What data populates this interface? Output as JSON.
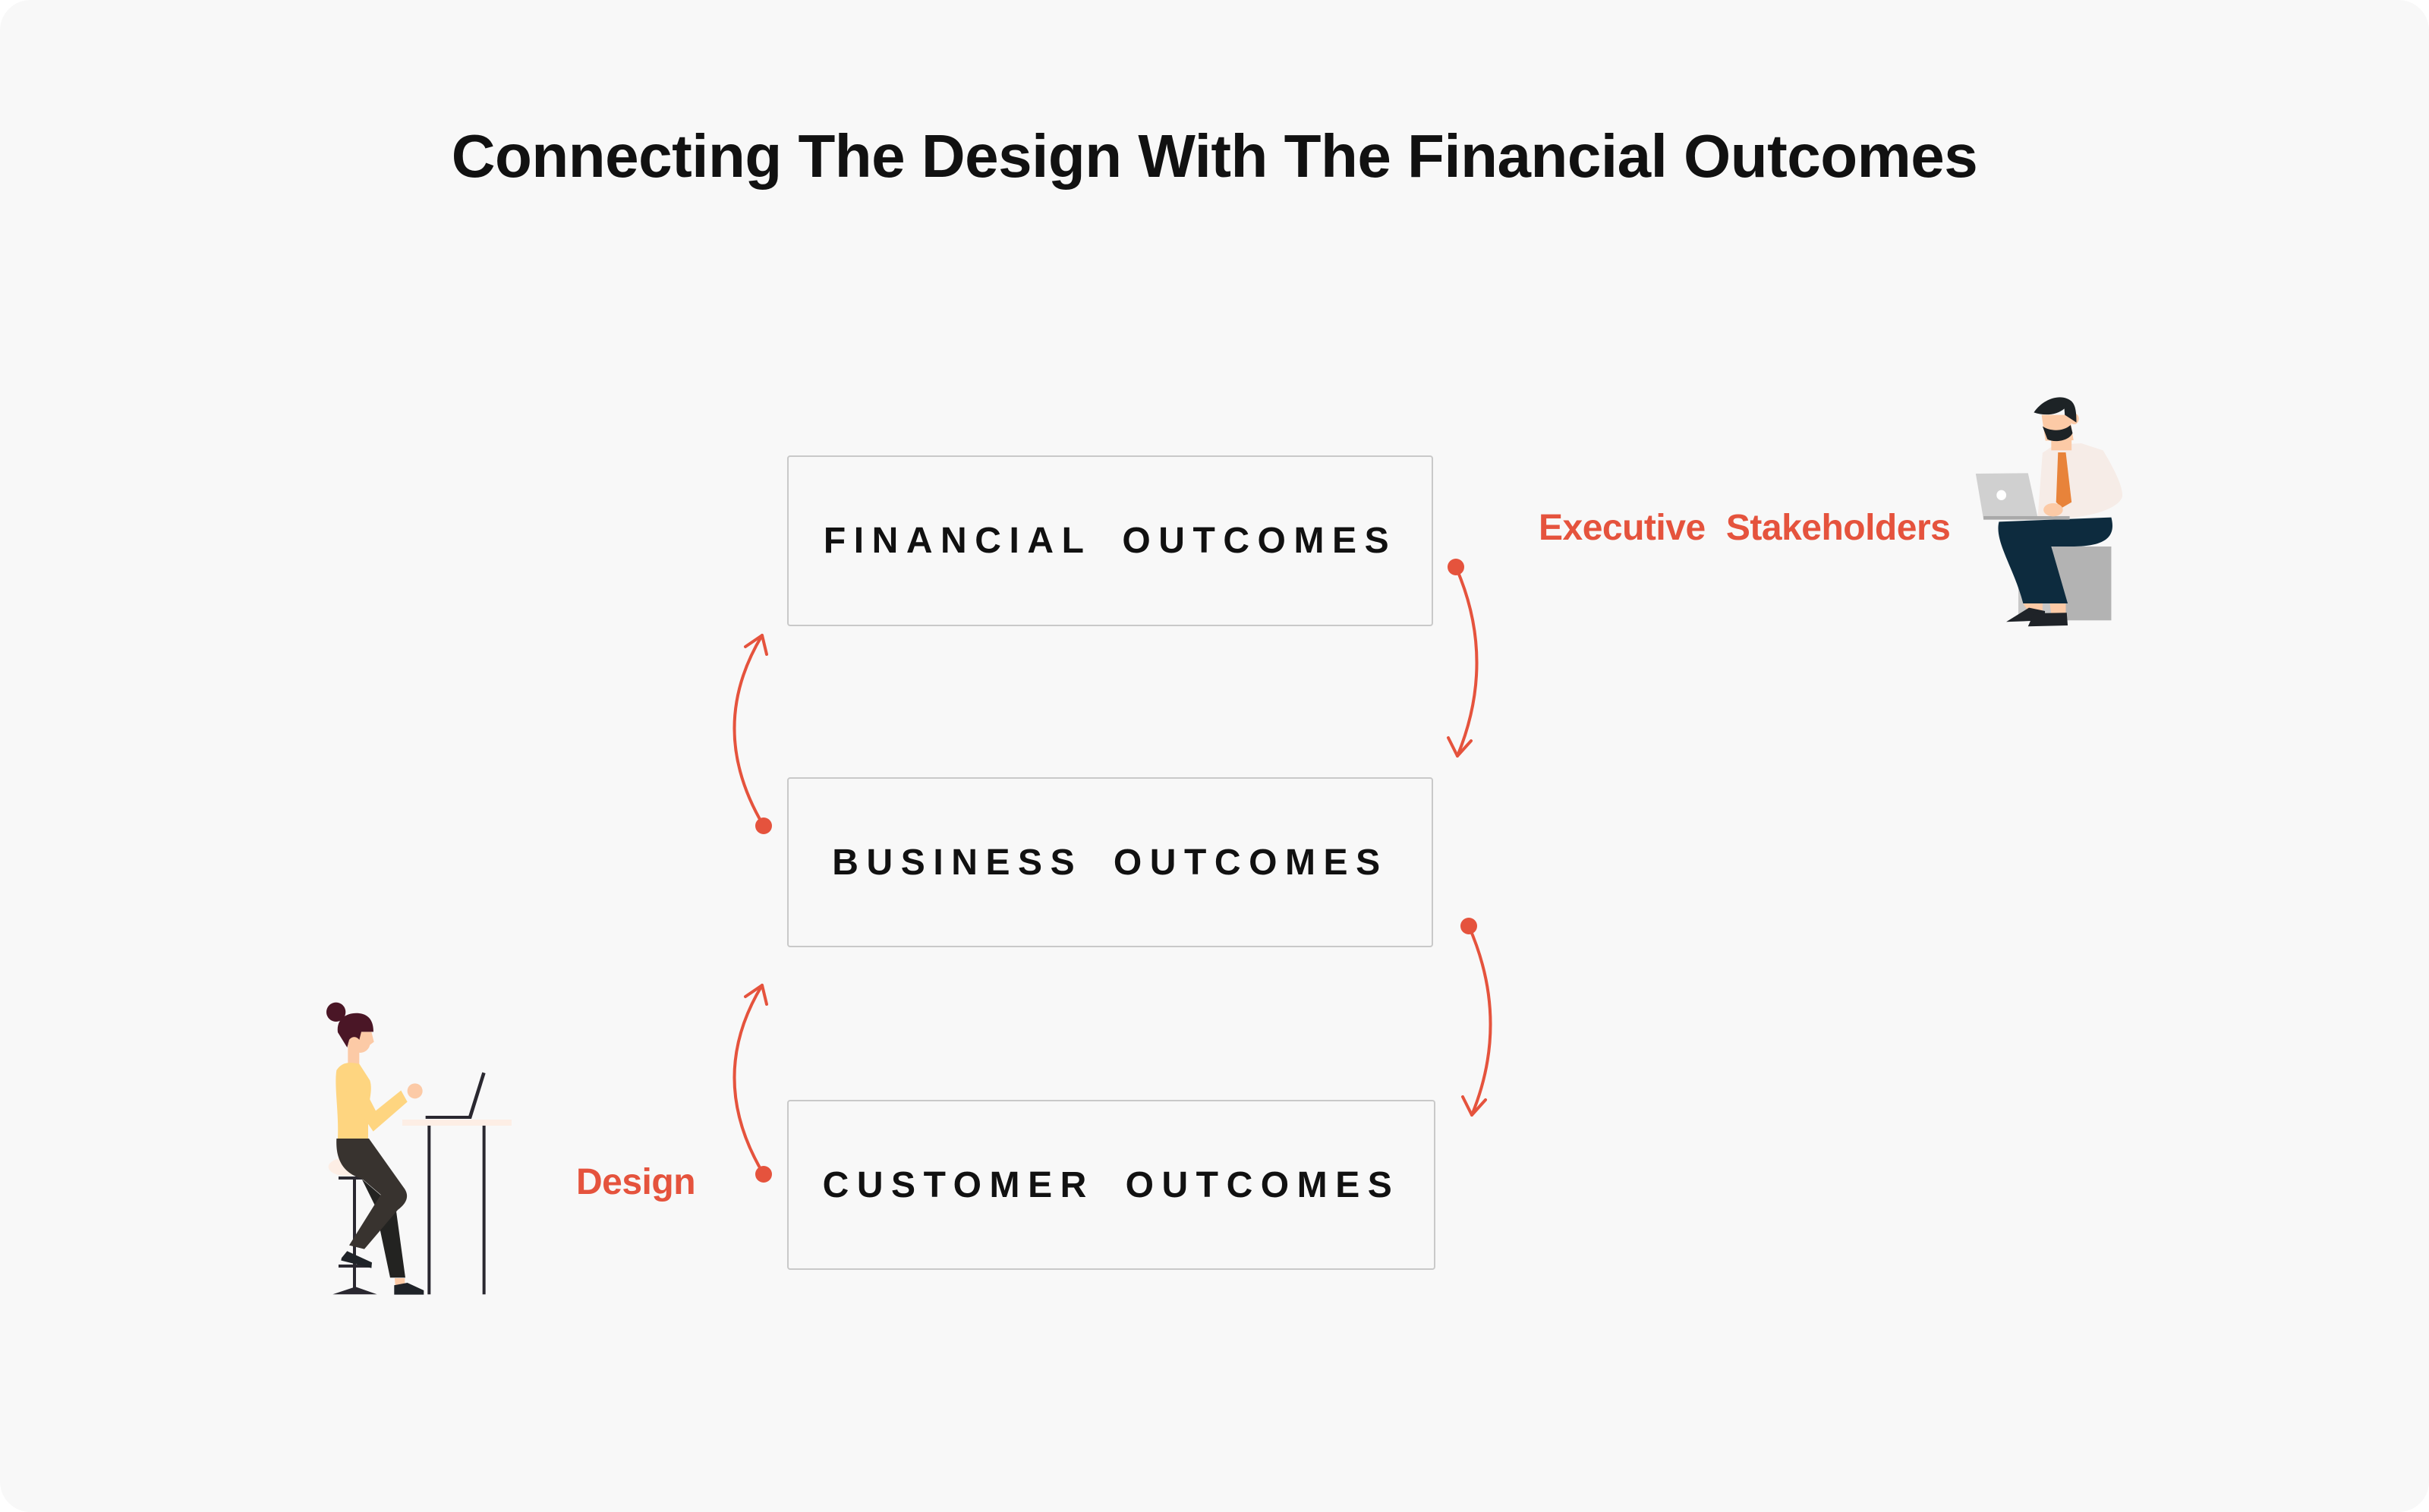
{
  "title": "Connecting The Design With The Financial Outcomes",
  "boxes": [
    {
      "label": "FINANCIAL OUTCOMES"
    },
    {
      "label": "BUSINESS OUTCOMES"
    },
    {
      "label": "CUSTOMER OUTCOMES"
    }
  ],
  "labels": {
    "executive": "Executive Stakeholders",
    "design": "Design"
  },
  "colors": {
    "accent": "#e5533d",
    "background": "#f8f8f8",
    "box_border": "#c9c9c9"
  }
}
